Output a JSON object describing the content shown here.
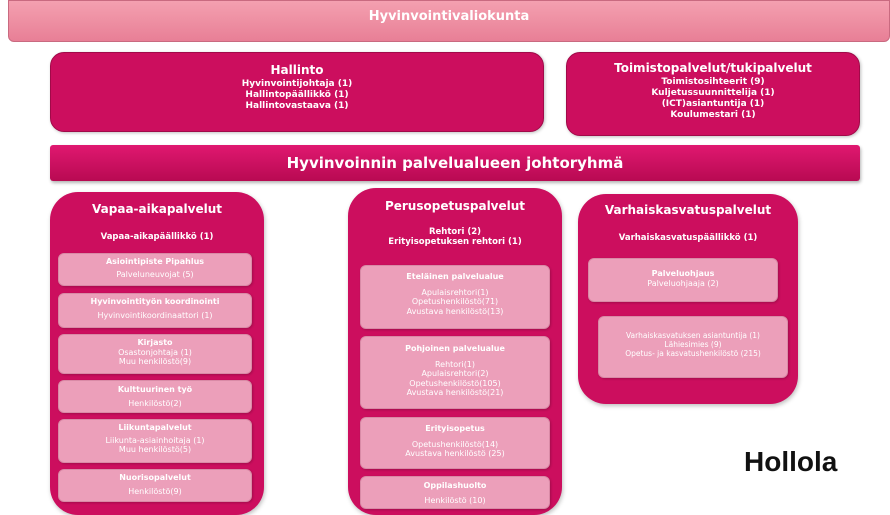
{
  "top_banner": "Hyvinvointivaliokunta",
  "hallinto": {
    "title": "Hallinto",
    "lines": [
      "Hyvinvointijohtaja (1)",
      "Hallintopäällikkö (1)",
      "Hallintovastaava (1)"
    ]
  },
  "toimisto": {
    "title": "Toimistopalvelut/tukipalvelut",
    "lines": [
      "Toimistosihteerit (9)",
      "Kuljetussuunnittelija (1)",
      "(ICT)asiantuntija (1)",
      "Koulumestari (1)"
    ]
  },
  "johtoryhma": "Hyvinvoinnin palvelualueen johtoryhmä",
  "vapaa": {
    "title": "Vapaa-aikapalvelut",
    "head": "Vapaa-aikapäällikkö (1)",
    "units": [
      {
        "title": "Asiointipiste Pipahlus",
        "lines": [
          "Palveluneuvojat (5)"
        ]
      },
      {
        "title": "Hyvinvointityön koordinointi",
        "lines": [
          "Hyvinvointikoordinaattori (1)"
        ]
      },
      {
        "title": "Kirjasto",
        "lines": [
          "Osastonjohtaja (1)",
          "Muu henkilöstö(9)"
        ]
      },
      {
        "title": "Kulttuurinen työ",
        "lines": [
          "Henkilöstö(2)"
        ]
      },
      {
        "title": "Liikuntapalvelut",
        "lines": [
          "Liikunta-asiainhoitaja (1)",
          "Muu henkilöstö(5)"
        ]
      },
      {
        "title": "Nuorisopalvelut",
        "lines": [
          "Henkilöstö(9)"
        ]
      }
    ]
  },
  "perus": {
    "title": "Perusopetuspalvelut",
    "head": [
      "Rehtori (2)",
      "Erityisopetuksen rehtori (1)"
    ],
    "units": [
      {
        "title": "Eteläinen palvelualue",
        "lines": [
          "Apulaisrehtori(1)",
          "Opetushenkilöstö(71)",
          "Avustava henkilöstö(13)"
        ]
      },
      {
        "title": "Pohjoinen palvelualue",
        "lines": [
          "Rehtori(1)",
          "Apulaisrehtori(2)",
          "Opetushenkilöstö(105)",
          "Avustava henkilöstö(21)"
        ]
      },
      {
        "title": "Erityisopetus",
        "lines": [
          "Opetushenkilöstö(14)",
          "Avustava henkilöstö (25)"
        ]
      },
      {
        "title": "Oppilashuolto",
        "lines": [
          "Henkilöstö (10)"
        ]
      }
    ]
  },
  "varhais": {
    "title": "Varhaiskasvatuspalvelut",
    "head": "Varhaiskasvatuspäällikkö (1)",
    "units": [
      {
        "title": "Palveluohjaus",
        "lines": [
          "Palveluohjaaja (2)"
        ]
      },
      {
        "title": "",
        "lines": [
          "Varhaiskasvatuksen asiantuntija (1)",
          "Lähiesimies (9)",
          "Opetus- ja kasvatushenkilöstö (215)"
        ]
      }
    ]
  },
  "logo_text": "Hollola"
}
